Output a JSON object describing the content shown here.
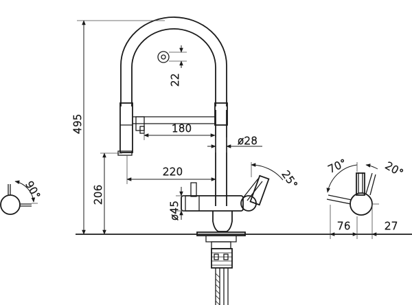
{
  "dimensions": {
    "total_height": "495",
    "spout_height": "206",
    "spray_reach": "180",
    "spout_reach": "220",
    "spray_head_clearance": "22",
    "body_diameter": "ø28",
    "lever_diameter": "ø45",
    "side_rotation": "90°",
    "lever_tilt": "25°",
    "lever_rotation_left": "70°",
    "lever_rotation_right": "20°",
    "lever_offset": "76",
    "lever_depth": "27"
  }
}
